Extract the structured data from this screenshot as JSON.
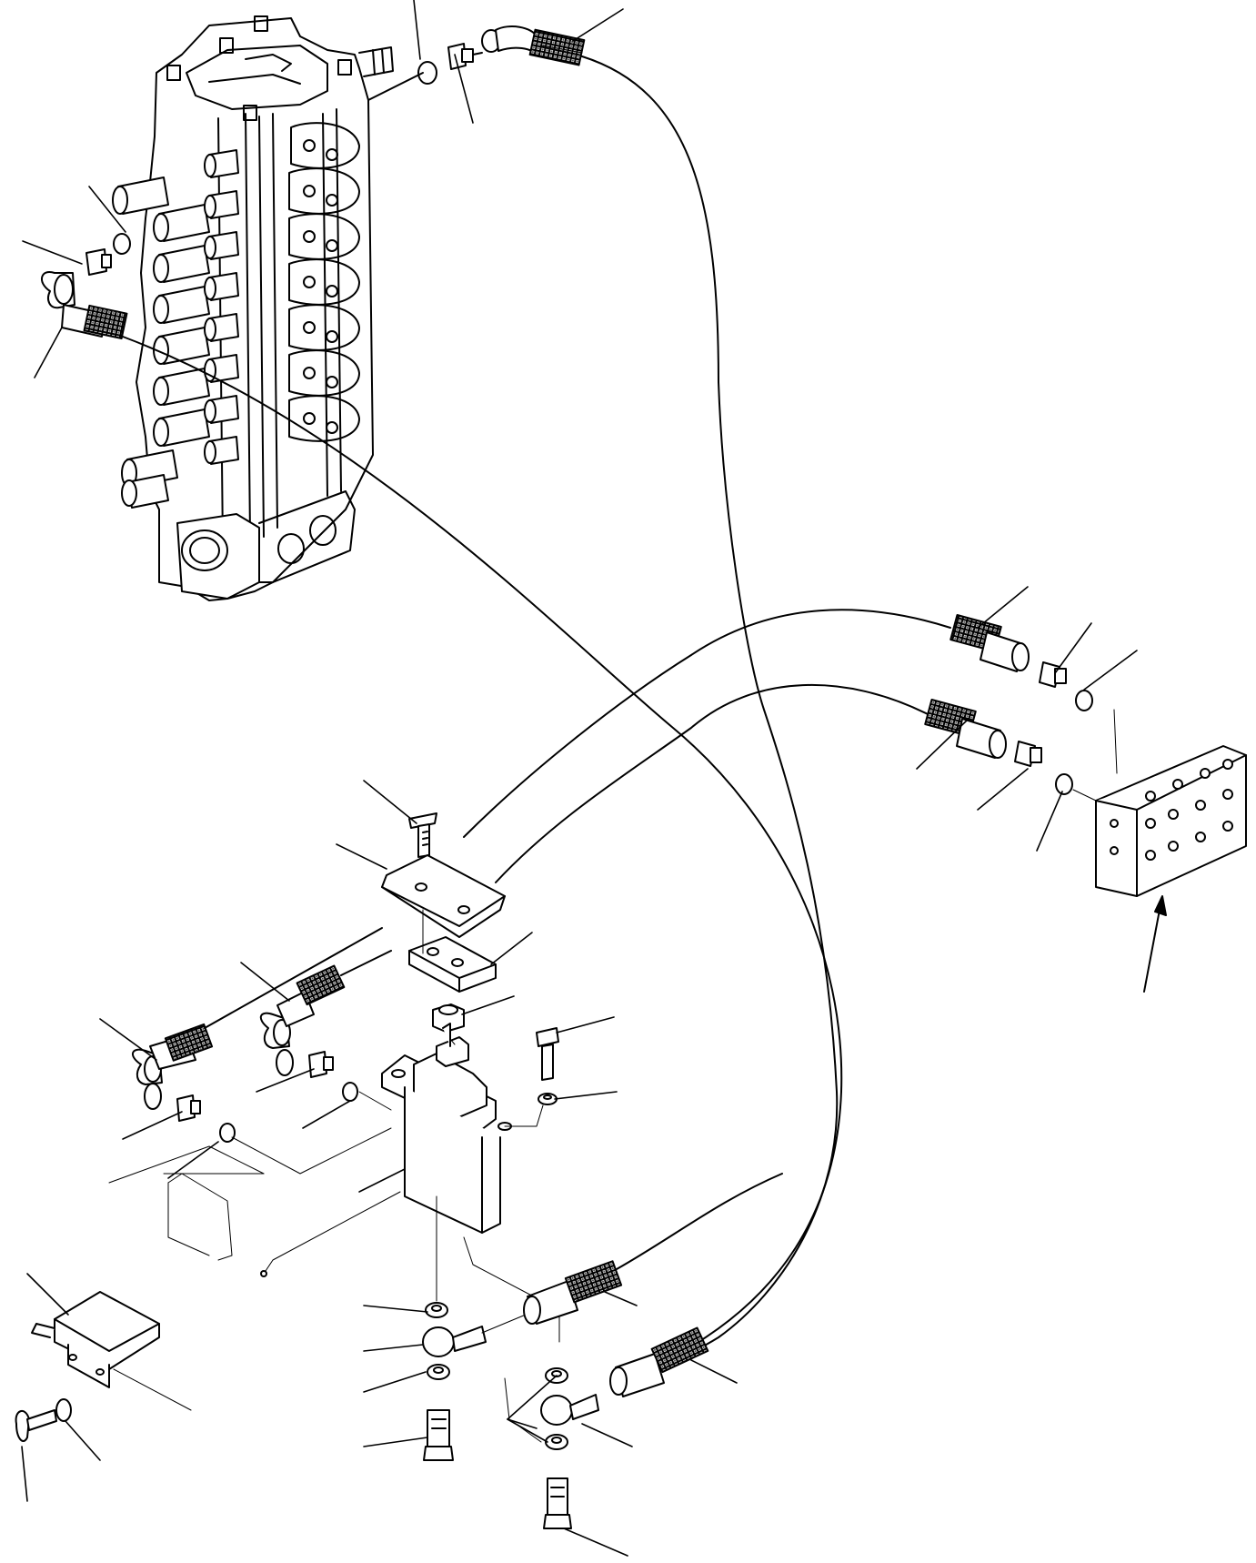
{
  "diagram": {
    "kind": "exploded-parts-drawing",
    "description_visible_text": "",
    "colors": {
      "ink": "#000000",
      "paper": "#ffffff",
      "hatch": "#555555"
    },
    "components": [
      {
        "id": "control-valve",
        "label": ""
      },
      {
        "id": "pressure-switch",
        "label": ""
      },
      {
        "id": "junction-block",
        "label": ""
      },
      {
        "id": "bracket-clamp",
        "label": ""
      },
      {
        "id": "cover-plate",
        "label": ""
      }
    ],
    "callouts_count_note": ""
  }
}
